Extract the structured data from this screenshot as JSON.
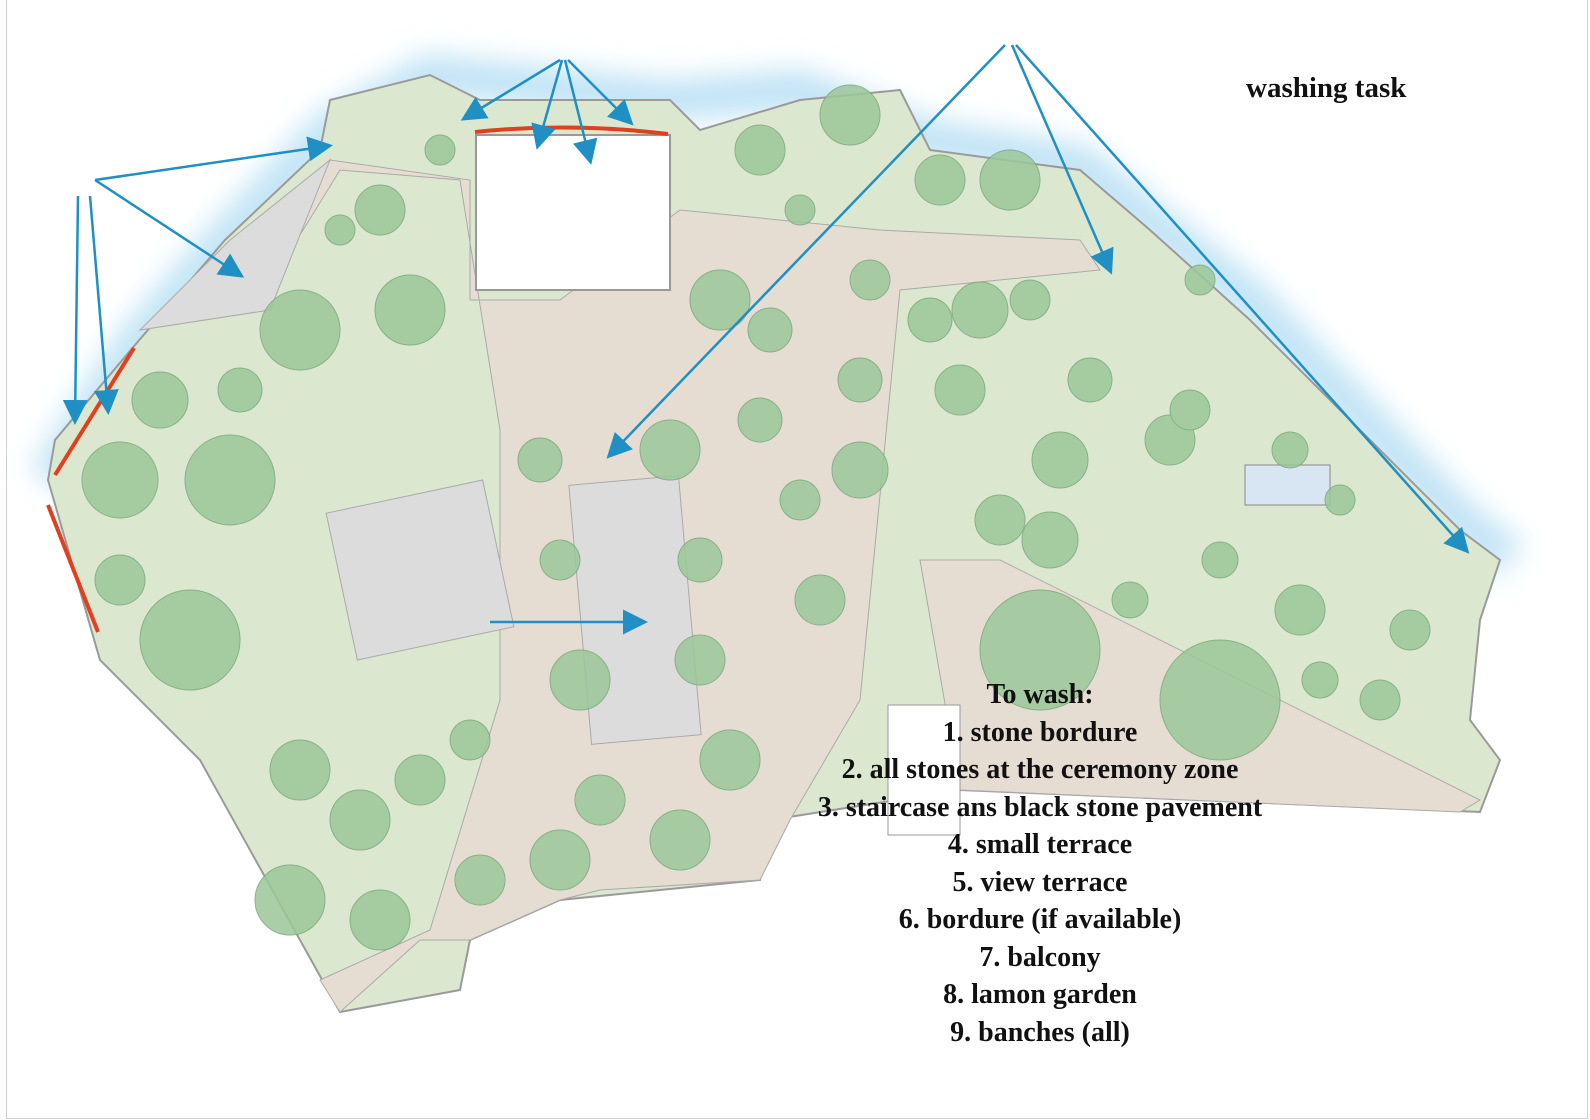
{
  "title": "washing task",
  "legend": {
    "heading": "To wash:",
    "items": [
      "1. stone bordure",
      "2. all stones at the ceremony zone",
      "3. staircase ans black stone pavement",
      "4. small terrace",
      "5. view terrace",
      "6. bordure (if available)",
      "7. balcony",
      "8. lamon garden",
      "9. banches (all)"
    ]
  },
  "colors": {
    "lawn": "#dbe8cf",
    "tree": "#9cc79a",
    "path": "#e6ddd2",
    "paving": "#dcdcdc",
    "sea": "#bfe3f5",
    "arrow": "#1f8fc4",
    "highlight": "#e0401f"
  }
}
